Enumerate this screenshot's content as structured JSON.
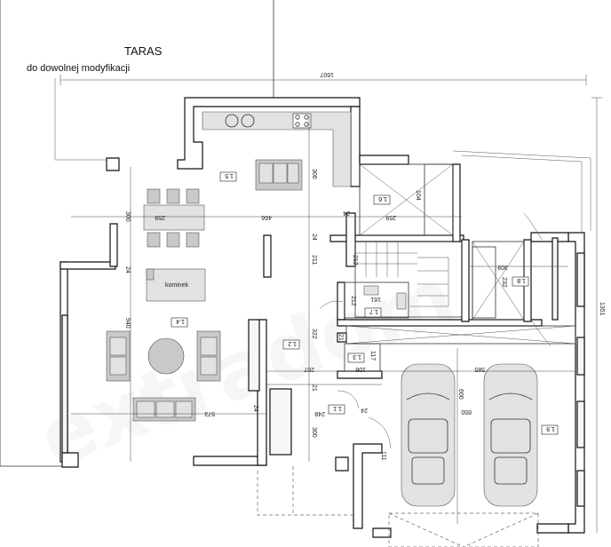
{
  "terrace": {
    "title": "TARAS",
    "subtitle": "do dowolnej modyfikacji"
  },
  "watermark": "extradom",
  "rooms": {
    "r1_1": "1.1",
    "r1_2": "1.2",
    "r1_3": "1.3",
    "r1_4": "1.4",
    "r1_5": "1.5",
    "r1_6": "1.6",
    "r1_7": "1.7",
    "r1_8": "1.8",
    "r1_9": "1.9"
  },
  "labels": {
    "kominek": "kominek"
  },
  "dimensions": {
    "d1607": "1607",
    "d1351": "1351",
    "d466": "466",
    "d259a": "259",
    "d259b": "259",
    "d306": "306",
    "d300": "300",
    "d24a": "24",
    "d24b": "24",
    "d24c": "24",
    "d24d": "24",
    "d104": "104",
    "d211": "211",
    "d212": "212",
    "d322": "322",
    "d309": "309",
    "d232": "232",
    "d940": "940",
    "d573": "573",
    "d248": "248",
    "d300b": "300",
    "d111": "111",
    "d207": "207",
    "d161": "161",
    "d21a": "21",
    "d21b": "21",
    "d106": "106",
    "d117": "117",
    "d171": "171",
    "d600": "600",
    "d650": "650",
    "d585": "585"
  },
  "colors": {
    "wall": "#111111",
    "furniture": "#c9c9c9"
  }
}
